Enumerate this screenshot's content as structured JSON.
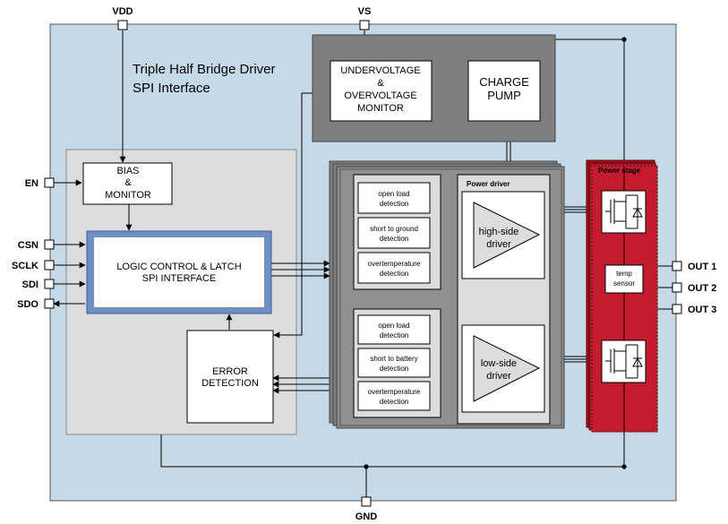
{
  "title": {
    "line1": "Triple Half Bridge Driver",
    "line2": "SPI Interface"
  },
  "pins": {
    "vdd": "VDD",
    "vs": "VS",
    "gnd": "GND",
    "en": "EN",
    "csn": "CSN",
    "sclk": "SCLK",
    "sdi": "SDI",
    "sdo": "SDO",
    "out1": "OUT 1",
    "out2": "OUT 2",
    "out3": "OUT 3"
  },
  "blocks": {
    "bias": {
      "line1": "BIAS",
      "line2": "&",
      "line3": "MONITOR"
    },
    "logic": {
      "line1": "LOGIC CONTROL & LATCH",
      "line2": "SPI INTERFACE"
    },
    "error": {
      "line1": "ERROR",
      "line2": "DETECTION"
    },
    "uvov": {
      "line1": "UNDERVOLTAGE",
      "line2": "&",
      "line3": "OVERVOLTAGE",
      "line4": "MONITOR"
    },
    "charge_pump": {
      "line1": "CHARGE",
      "line2": "PUMP"
    },
    "power_driver": {
      "title": "Power driver",
      "high_side": [
        "high-side",
        "driver"
      ],
      "low_side": [
        "low-side",
        "driver"
      ]
    },
    "power_stage": {
      "title": "Power stage",
      "temp_sensor": [
        "temp",
        "sensor"
      ]
    }
  },
  "detect_top": [
    [
      "open load",
      "detection"
    ],
    [
      "short to ground",
      "detection"
    ],
    [
      "overtemperature",
      "detection"
    ]
  ],
  "detect_bottom": [
    [
      "open load",
      "detection"
    ],
    [
      "short to battery",
      "detection"
    ],
    [
      "overtemperature",
      "detection"
    ]
  ],
  "colors": {
    "chip_bg": "#c5d9e8",
    "logic_region": "#dcdcdc",
    "dark_block": "#7f7f7f",
    "logic_border": "#6f8fc6",
    "power_stage_red": "#c41b2e"
  },
  "icons": {
    "mosfet_high": "mosfet-icon",
    "mosfet_low": "mosfet-icon"
  }
}
